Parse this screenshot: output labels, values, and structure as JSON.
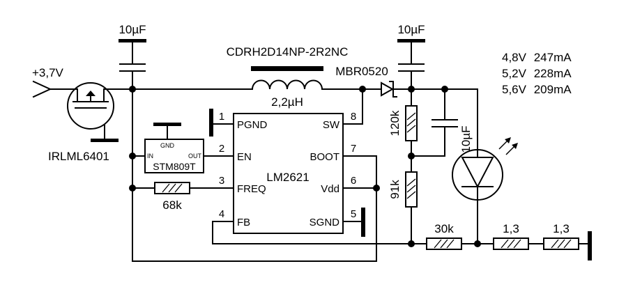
{
  "input": {
    "label": "+3,7V"
  },
  "capacitors": {
    "c_in": "10µF",
    "c_out": "10µF",
    "c_ff": "10µF"
  },
  "inductor": {
    "part": "CDRH2D14NP-2R2NC",
    "value": "2,2µH"
  },
  "diode": {
    "part": "MBR0520"
  },
  "mosfet": {
    "part": "IRLML6401"
  },
  "supervisor": {
    "part": "STM809T",
    "pin_gnd": "GND",
    "pin_in": "IN",
    "pin_out": "OUT"
  },
  "ic": {
    "part": "LM2621",
    "pins": [
      {
        "num": "1",
        "name": "PGND"
      },
      {
        "num": "2",
        "name": "EN"
      },
      {
        "num": "3",
        "name": "FREQ"
      },
      {
        "num": "4",
        "name": "FB"
      },
      {
        "num": "5",
        "name": "SGND"
      },
      {
        "num": "6",
        "name": "Vdd"
      },
      {
        "num": "7",
        "name": "BOOT"
      },
      {
        "num": "8",
        "name": "SW"
      }
    ]
  },
  "resistors": {
    "r_freq": "68k",
    "r_top": "120k",
    "r_mid": "91k",
    "r_fb": "30k",
    "r_s1": "1,3",
    "r_s2": "1,3"
  },
  "legend": [
    {
      "voltage": "4,8V",
      "current": "247mA",
      "color": "#e8141c"
    },
    {
      "voltage": "5,2V",
      "current": "228mA",
      "color": "#000000"
    },
    {
      "voltage": "5,6V",
      "current": "209mA",
      "color": "#1a2fd6"
    }
  ]
}
